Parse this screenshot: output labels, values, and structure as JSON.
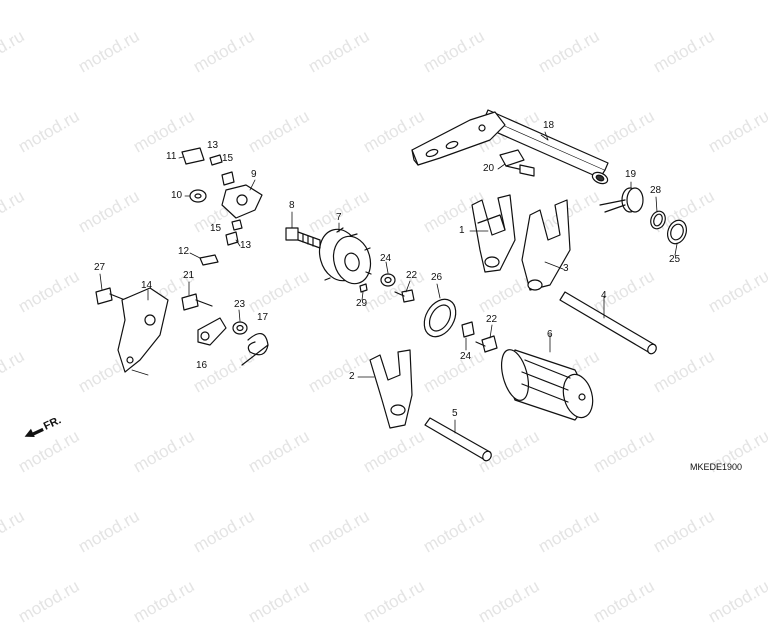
{
  "watermark": {
    "text": "motod.ru",
    "color": "#e4e4e4"
  },
  "diagram": {
    "code": "MKEDE1900",
    "direction_label": "FR.",
    "callouts": [
      "1",
      "2",
      "3",
      "4",
      "5",
      "6",
      "7",
      "8",
      "9",
      "10",
      "11",
      "12",
      "13",
      "13",
      "14",
      "15",
      "15",
      "16",
      "17",
      "18",
      "19",
      "20",
      "21",
      "22",
      "22",
      "23",
      "24",
      "24",
      "25",
      "26",
      "27",
      "28",
      "29"
    ],
    "line_color": "#111111",
    "part_fill": "#ffffff"
  }
}
